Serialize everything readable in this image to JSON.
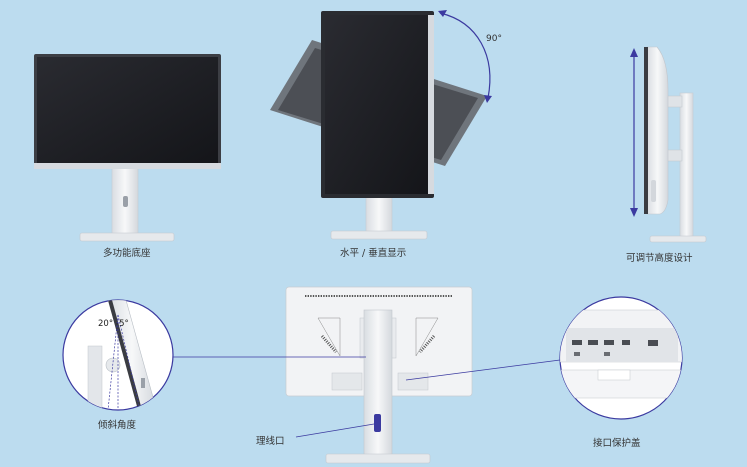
{
  "captions": {
    "multi_base": "多功能底座",
    "rotate": "水平 / 垂直显示",
    "height_adjust": "可调节高度设计",
    "tilt": "倾斜角度",
    "cable": "理线口",
    "port_cover": "接口保护盖"
  },
  "annotations": {
    "rotation_angle": "90°",
    "tilt_forward": "20°",
    "tilt_back": "-5°"
  },
  "colors": {
    "background": "#bcdcef",
    "accent": "#3b3aa0",
    "screen": "#1c1d22",
    "body": "#eef0f2"
  }
}
